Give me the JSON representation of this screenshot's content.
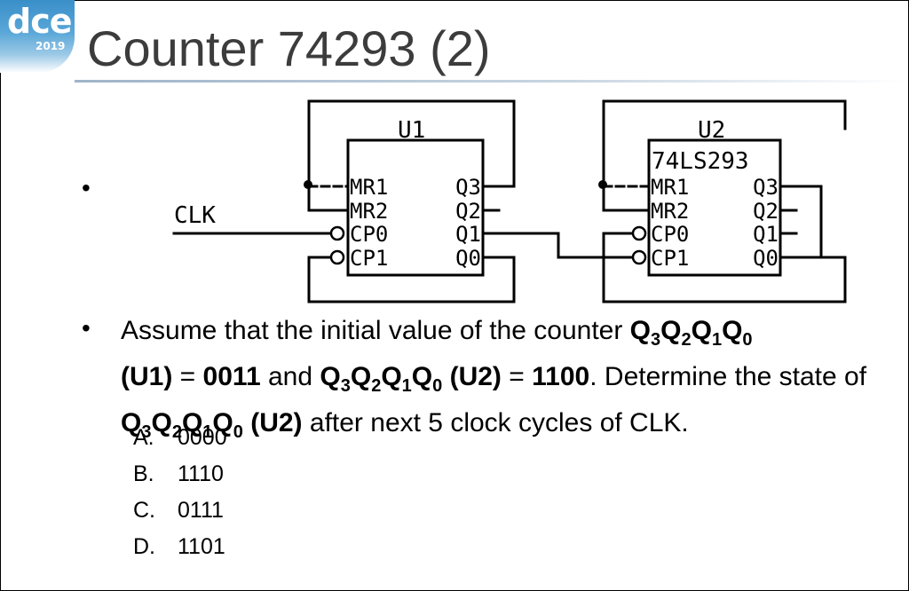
{
  "logo": {
    "text": "dce",
    "year": "2019"
  },
  "title": "Counter 74293 (2)",
  "circuit": {
    "clk_label": "CLK",
    "u1": {
      "label": "U1",
      "pins_left": [
        "MR1",
        "MR2",
        "CP0",
        "CP1"
      ],
      "pins_right": [
        "Q3",
        "Q2",
        "Q1",
        "Q0"
      ]
    },
    "u2": {
      "label": "U2",
      "part": "74LS293",
      "pins_left": [
        "MR1",
        "MR2",
        "CP0",
        "CP1"
      ],
      "pins_right": [
        "Q3",
        "Q2",
        "Q1",
        "Q0"
      ]
    }
  },
  "question": {
    "q": "Q",
    "s3": "3",
    "s2": "2",
    "s1": "1",
    "s0": "0",
    "t1": "Assume that the initial value of the counter ",
    "u1": "(U1)",
    "eq1": " = ",
    "v1": "0011",
    "and": " and ",
    "u2": "(U2)",
    "v2": "1100",
    "t2": ". Determine the state of ",
    "t3": " after next 5 clock cycles of CLK."
  },
  "options": [
    {
      "letter": "A.",
      "value": "0000"
    },
    {
      "letter": "B.",
      "value": "1110"
    },
    {
      "letter": "C.",
      "value": "0111"
    },
    {
      "letter": "D.",
      "value": "1101"
    }
  ]
}
